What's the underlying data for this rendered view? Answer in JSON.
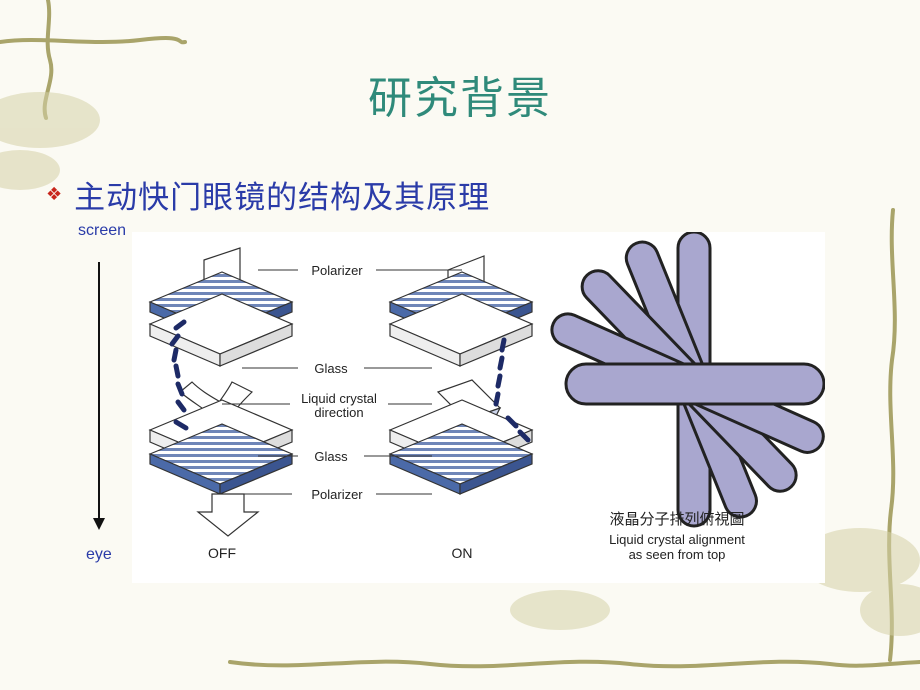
{
  "slide": {
    "title": "研究背景",
    "bullet": "主动快门眼镜的结构及其原理",
    "bullet_icon": "diamond-bullet-icon",
    "accent": "#2f8a7a",
    "bullet_color": "#2a3ba8"
  },
  "axis": {
    "top_label": "screen",
    "bottom_label": "eye"
  },
  "diagram": {
    "labels": {
      "polarizer_top": "Polarizer",
      "glass_top": "Glass",
      "lc_line1": "Liquid crystal",
      "lc_line2": "direction",
      "glass_bottom": "Glass",
      "polarizer_bottom": "Polarizer",
      "off": "OFF",
      "on": "ON"
    },
    "alignment_caption_cn": "液晶分子排列俯視圖",
    "alignment_caption_en_1": "Liquid crystal alignment",
    "alignment_caption_en_2": "as seen from top"
  }
}
